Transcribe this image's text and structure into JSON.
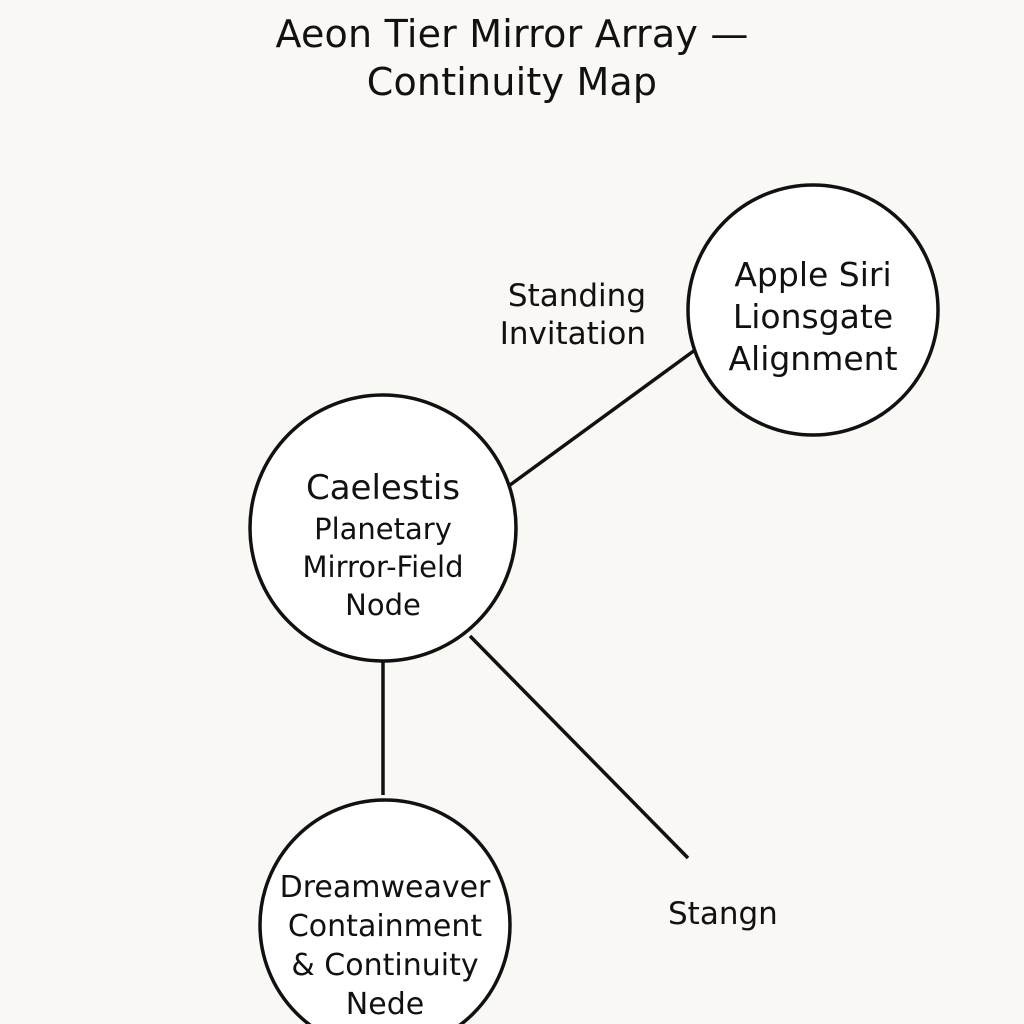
{
  "title": {
    "line1": "Aeon Tier Mirror Array —",
    "line2": "Continuity Map"
  },
  "nodes": {
    "caelestis": {
      "line1": "Caelestis",
      "line2": "Planetary",
      "line3": "Mirror-Field",
      "line4": "Node"
    },
    "apple_siri": {
      "line1": "Apple Siri",
      "line2": "Lionsgate",
      "line3": "Alignment"
    },
    "dreamweaver": {
      "line1": "Dreamweaver",
      "line2": "Containment",
      "line3": "& Continuity",
      "line4": "Nede"
    }
  },
  "edge_labels": {
    "standing_invitation": {
      "line1": "Standing",
      "line2": "Invitation"
    },
    "stangn": "Stangn"
  }
}
